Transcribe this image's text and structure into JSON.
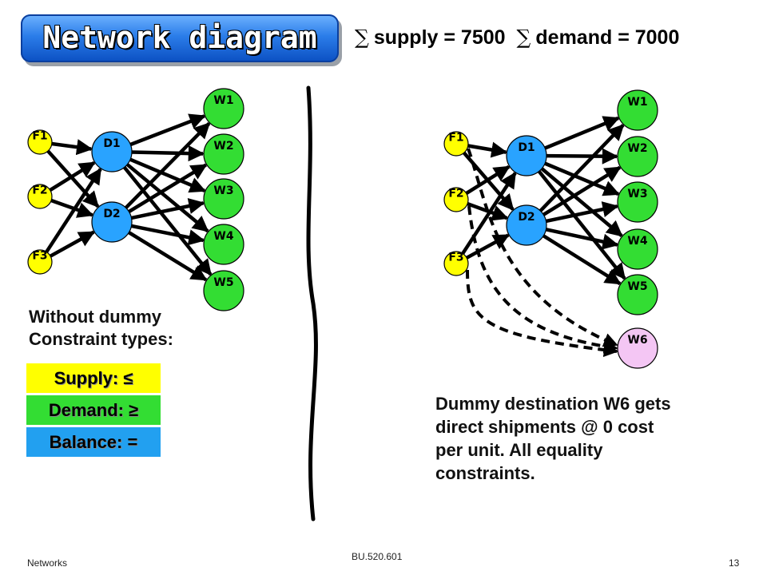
{
  "title": "Network diagram",
  "formula": {
    "supply_label": "supply  = 7500",
    "demand_label": "demand = 7000",
    "sum_symbol": "∑"
  },
  "left_diagram": {
    "sources": [
      "F1",
      "F2",
      "F3"
    ],
    "hubs": [
      "D1",
      "D2"
    ],
    "destinations": [
      "W1",
      "W2",
      "W3",
      "W4",
      "W5"
    ]
  },
  "right_diagram": {
    "sources": [
      "F1",
      "F2",
      "F3"
    ],
    "hubs": [
      "D1",
      "D2"
    ],
    "destinations": [
      "W1",
      "W2",
      "W3",
      "W4",
      "W5"
    ],
    "dummy": "W6"
  },
  "captions": {
    "without_dummy": "Without dummy",
    "constraint_types": "Constraint types:",
    "supply": "Supply: ≤",
    "demand": "Demand: ≥",
    "balance": "Balance: =",
    "dummy_text": "Dummy destination W6 gets direct shipments @ 0 cost per unit. All equality constraints."
  },
  "footer": {
    "left": "Networks",
    "center": "BU.520.601",
    "page": "13"
  },
  "colors": {
    "source": "#ffff00",
    "hub": "#29a3ff",
    "destination": "#33dd33",
    "dummy": "#f4c6f4"
  }
}
